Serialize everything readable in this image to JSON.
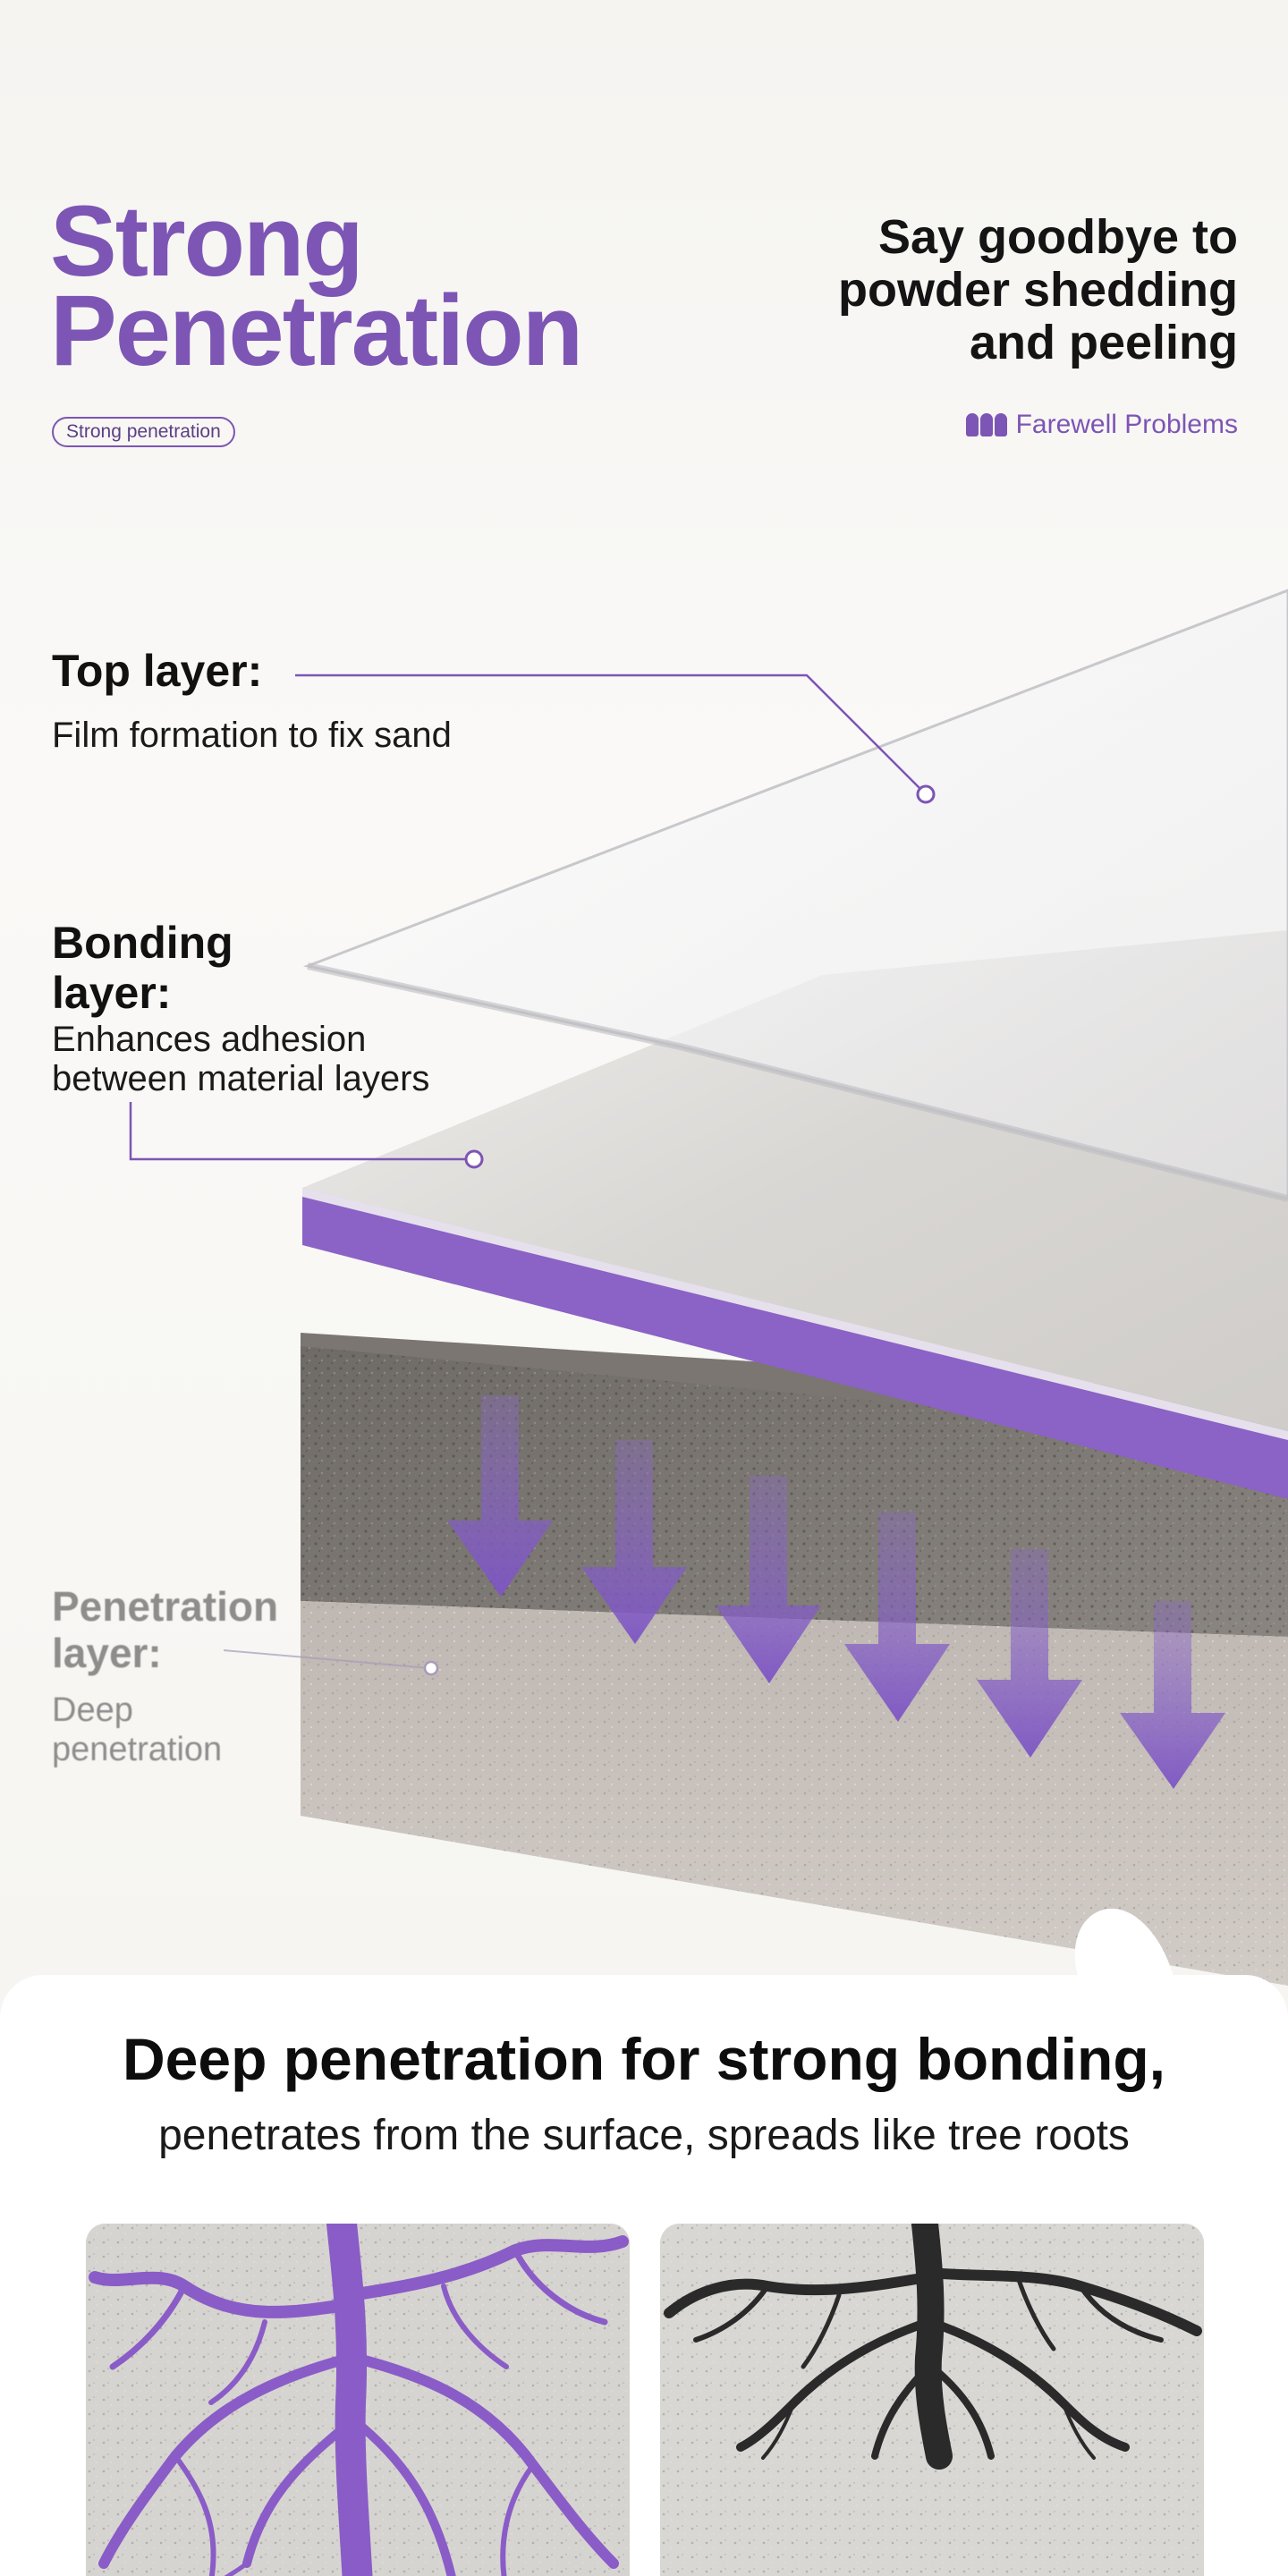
{
  "hero": {
    "title_line1": "Strong",
    "title_line2": "Penetration",
    "tag": "Strong penetration",
    "slogan_line1": "Say goodbye to",
    "slogan_line2": "powder shedding",
    "slogan_line3": "and peeling",
    "brand": "Farewell Problems"
  },
  "layers": {
    "top": {
      "title": "Top layer:",
      "desc": "Film formation to fix sand"
    },
    "bonding": {
      "title_line1": "Bonding",
      "title_line2": "layer:",
      "desc_line1": "Enhances adhesion",
      "desc_line2": "between material layers"
    },
    "penetration": {
      "title_line1": "Penetration",
      "title_line2": "layer:",
      "desc_line1": "Deep",
      "desc_line2": "penetration"
    }
  },
  "bottom": {
    "title": "Deep penetration for strong bonding,",
    "subtitle": "penetrates from the surface, spreads like tree roots"
  },
  "colors": {
    "accent": "#7d55b4",
    "dark_root": "#2a2a2a",
    "text": "#111111"
  },
  "icons": [
    "brand-logo-icon",
    "arrow-down-icon",
    "tree-roots-icon"
  ]
}
